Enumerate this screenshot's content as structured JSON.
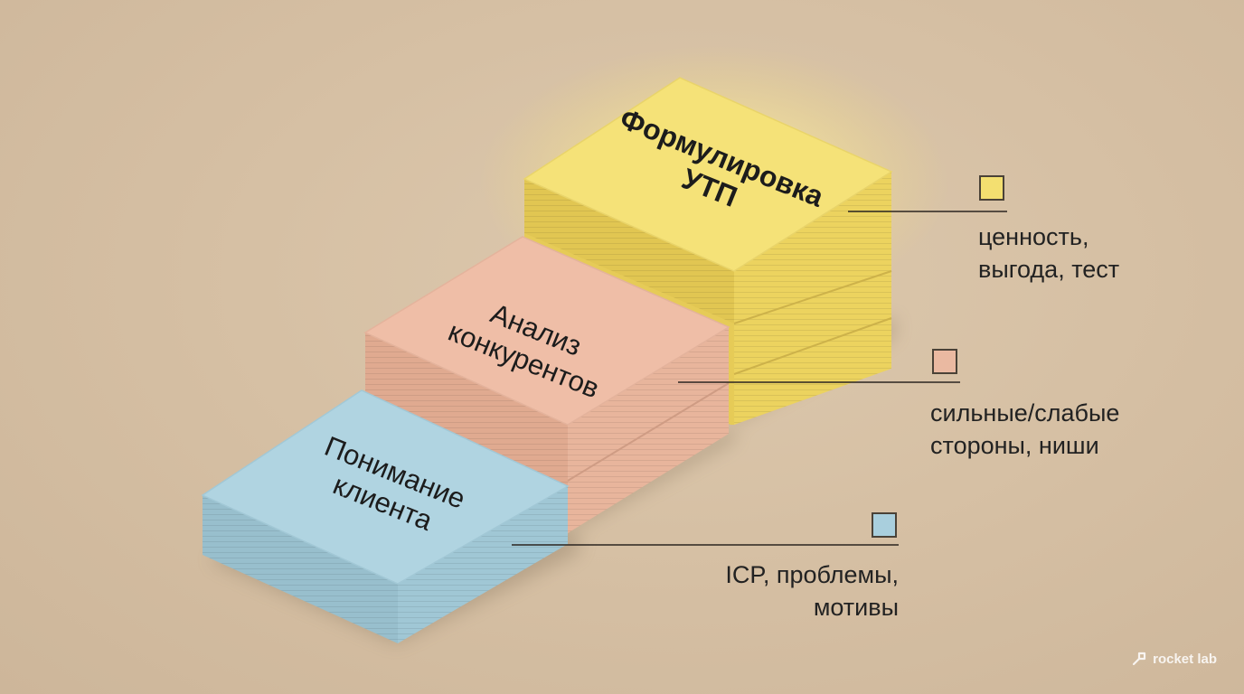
{
  "steps": [
    {
      "title_lines": [
        "Понимание",
        "клиента"
      ],
      "legend_lines": [
        "ICP, проблемы,",
        "мотивы"
      ],
      "color": "#a9cfdd"
    },
    {
      "title_lines": [
        "Анализ",
        "конкурентов"
      ],
      "legend_lines": [
        "сильные/слабые",
        "стороны, ниши"
      ],
      "color": "#eab9a1"
    },
    {
      "title_lines": [
        "Формулировка",
        "УТП"
      ],
      "legend_lines": [
        "ценность,",
        "выгода, тест"
      ],
      "color": "#f3df70"
    }
  ],
  "brand": {
    "name": "rocket lab",
    "icon": "rocket-lab-logo-icon"
  }
}
